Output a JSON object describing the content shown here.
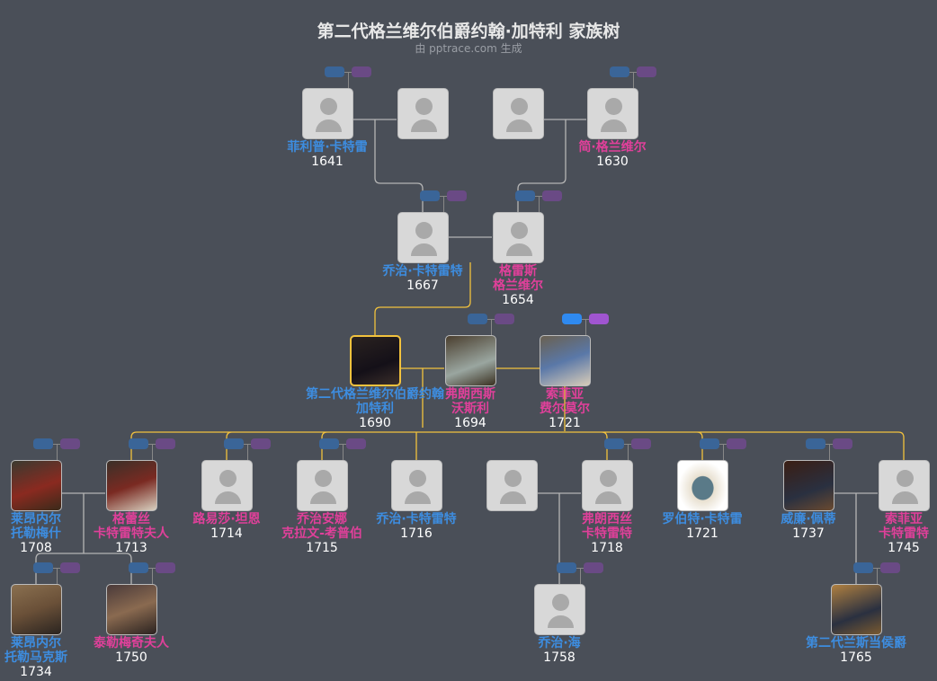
{
  "title": "第二代格兰维尔伯爵约翰·加特利 家族树",
  "subtitle": "由 pptrace.com 生成",
  "colors": {
    "background": "#4a4f58",
    "male": "#3d8de0",
    "female": "#e0409a",
    "descent_line": "#f2c23d",
    "relation_line": "#aaaaaa"
  },
  "people": [
    {
      "name": [
        "菲利普·卡特雷"
      ],
      "year": "1641",
      "gender": "m",
      "photo": false,
      "badge": true
    },
    {
      "name": [],
      "year": "",
      "gender": "m",
      "photo": false,
      "badge": false
    },
    {
      "name": [],
      "year": "",
      "gender": "m",
      "photo": false,
      "badge": false
    },
    {
      "name": [
        "简·格兰维尔"
      ],
      "year": "1630",
      "gender": "f",
      "photo": false,
      "badge": true
    },
    {
      "name": [
        "乔治·卡特雷特"
      ],
      "year": "1667",
      "gender": "m",
      "photo": false,
      "badge": true
    },
    {
      "name": [
        "格雷斯",
        "格兰维尔"
      ],
      "year": "1654",
      "gender": "f",
      "photo": false,
      "badge": true
    },
    {
      "name": [
        "第二代格兰维尔伯爵约翰",
        "加特利"
      ],
      "year": "1690",
      "gender": "m",
      "photo": true,
      "focus": true,
      "badge": false
    },
    {
      "name": [
        "弗朗西斯",
        "沃斯利"
      ],
      "year": "1694",
      "gender": "f",
      "photo": true,
      "badge": true
    },
    {
      "name": [
        "索菲亚",
        "费尔莫尔"
      ],
      "year": "1721",
      "gender": "f",
      "photo": true,
      "badge": true,
      "badge_active": true
    },
    {
      "name": [
        "莱昂内尔",
        "托勒梅什"
      ],
      "year": "1708",
      "gender": "m",
      "photo": true,
      "badge": true
    },
    {
      "name": [
        "格蕾丝",
        "卡特雷特夫人"
      ],
      "year": "1713",
      "gender": "f",
      "photo": true,
      "badge": true
    },
    {
      "name": [
        "路易莎·坦恩"
      ],
      "year": "1714",
      "gender": "f",
      "photo": false,
      "badge": true
    },
    {
      "name": [
        "乔治安娜",
        "克拉文-考普伯"
      ],
      "year": "1715",
      "gender": "f",
      "photo": false,
      "badge": true
    },
    {
      "name": [
        "乔治·卡特雷特"
      ],
      "year": "1716",
      "gender": "m",
      "photo": false,
      "badge": false
    },
    {
      "name": [],
      "year": "",
      "gender": "m",
      "photo": false,
      "badge": false
    },
    {
      "name": [
        "弗朗西丝",
        "卡特雷特"
      ],
      "year": "1718",
      "gender": "f",
      "photo": false,
      "badge": true
    },
    {
      "name": [
        "罗伯特·卡特雷"
      ],
      "year": "1721",
      "gender": "m",
      "photo": true,
      "badge": true
    },
    {
      "name": [
        "威廉·佩蒂"
      ],
      "year": "1737",
      "gender": "m",
      "photo": true,
      "badge": true
    },
    {
      "name": [
        "索菲亚",
        "卡特雷特"
      ],
      "year": "1745",
      "gender": "f",
      "photo": false,
      "badge": false
    },
    {
      "name": [
        "莱昂内尔",
        "托勒马克斯"
      ],
      "year": "1734",
      "gender": "m",
      "photo": true,
      "badge": true
    },
    {
      "name": [
        "泰勒梅奇夫人"
      ],
      "year": "1750",
      "gender": "f",
      "photo": true,
      "badge": true
    },
    {
      "name": [
        "乔治·海"
      ],
      "year": "1758",
      "gender": "m",
      "photo": false,
      "badge": true
    },
    {
      "name": [
        "第二代兰斯当侯爵"
      ],
      "year": "1765",
      "gender": "m",
      "photo": true,
      "badge": true
    }
  ]
}
